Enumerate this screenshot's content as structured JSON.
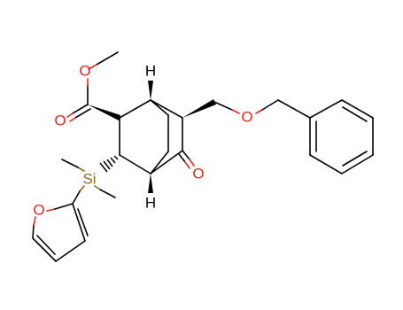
{
  "molecule": {
    "atoms": {
      "ester_o": "O",
      "carbonyl_o": "O",
      "ether_o": "O",
      "ketone_o": "O",
      "furan_o": "O",
      "silicon": "Si",
      "bridgehead_h_top": "H",
      "bridgehead_h_bottom": "H"
    },
    "colors": {
      "bond": "#000000",
      "oxygen": "#e8251b",
      "silicon": "#8a6b1a",
      "hydrogen": "#000000"
    }
  }
}
